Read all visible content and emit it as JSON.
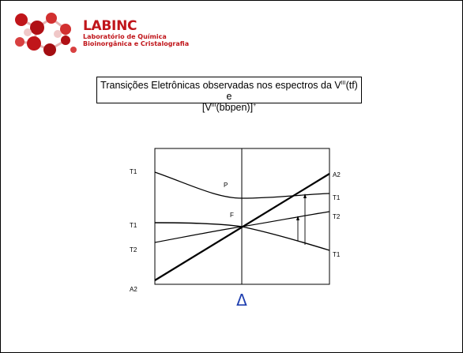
{
  "logo": {
    "title": "LABINC",
    "subtitle_line1": "Laboratório de Química",
    "subtitle_line2": "Bioinorgânica e Cristalografia",
    "brand_color": "#c0151a"
  },
  "slide_title": {
    "part1": "Transições Eletrônicas observadas nos espectros da V",
    "sup1": "III",
    "part2": "(tf) e",
    "part3": "[V",
    "sup2": "III",
    "part4": "(bbpen)]",
    "sup3": "+"
  },
  "diagram": {
    "left_labels": [
      "T1",
      "T1",
      "T2",
      "A2"
    ],
    "right_labels": [
      "A2",
      "T1",
      "T2",
      "T1"
    ],
    "term_P": "P",
    "term_F": "F",
    "delta_symbol": "Δ",
    "delta_color": "#1f3fb0"
  }
}
